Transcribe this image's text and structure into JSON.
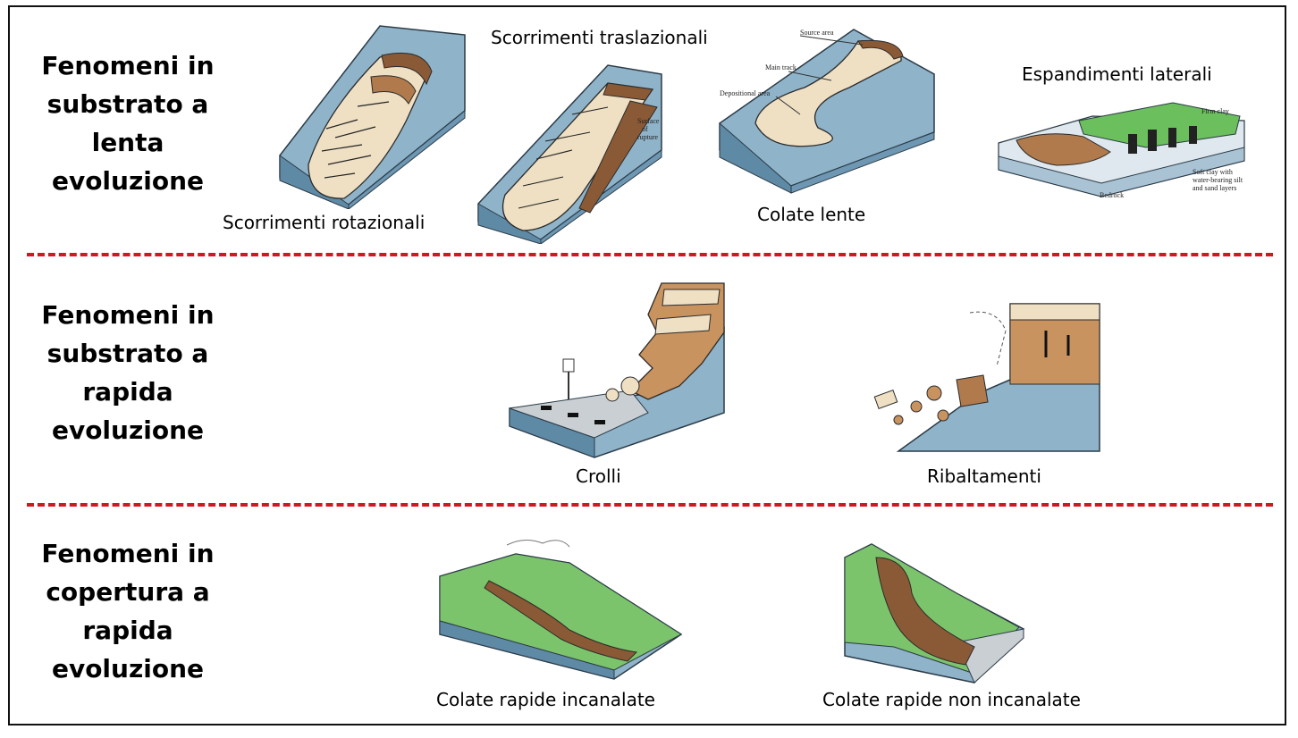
{
  "categories": [
    {
      "lines": [
        "Fenomeni in",
        "substrato a",
        "lenta",
        "evoluzione"
      ]
    },
    {
      "lines": [
        "Fenomeni in",
        "substrato a",
        "rapida",
        "evoluzione"
      ]
    },
    {
      "lines": [
        "Fenomeni in",
        "copertura a",
        "rapida",
        "evoluzione"
      ]
    }
  ],
  "labels": {
    "rotazionali": "Scorrimenti rotazionali",
    "traslazionali": "Scorrimenti traslazionali",
    "colate_lente": "Colate lente",
    "espandimenti": "Espandimenti laterali",
    "crolli": "Crolli",
    "ribaltamenti": "Ribaltamenti",
    "colate_incanalate": "Colate rapide incanalate",
    "colate_non_incanalate": "Colate rapide non incanalate"
  },
  "annotations": {
    "surface_of_rupture": [
      "Surface",
      "of",
      "rupture"
    ],
    "source_area": "Source area",
    "main_track": "Main track",
    "depositional_area": "Depositional area",
    "firm_clay": "Firm clay",
    "soft_clay": [
      "Soft clay with",
      "water-bearing silt",
      "and sand layers"
    ],
    "bedrock": "Bedrock"
  },
  "colors": {
    "divider": "#d01820",
    "slope_blue": "#8fb3c9",
    "slope_blue_dark": "#5f8aa6",
    "soil_brown": "#8a5a36",
    "debris_cream": "#efe0c4",
    "grass_green": "#6bbf5c"
  }
}
